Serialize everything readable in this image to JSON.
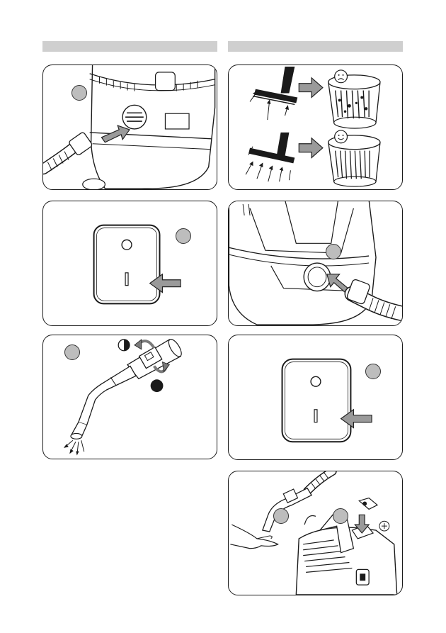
{
  "page": {
    "left_header_bar": "",
    "right_header_bar": ""
  },
  "illustrations": [
    {
      "panel": "vacuum-hose-connect",
      "icons": [
        "vacuum-body-icon",
        "hose-icon",
        "arrow-icon"
      ]
    },
    {
      "panel": "filter-nozzle-comparison",
      "icons": [
        "floor-nozzle-icon",
        "sad-face-icon",
        "happy-face-icon",
        "filter-cartridge-icon"
      ]
    },
    {
      "panel": "power-switch-left",
      "icons": [
        "power-switch-icon",
        "arrow-icon"
      ]
    },
    {
      "panel": "hose-socket",
      "icons": [
        "vacuum-body-icon",
        "hose-icon",
        "arrow-icon"
      ]
    },
    {
      "panel": "suction-control",
      "icons": [
        "wand-icon",
        "half-circle-icon",
        "filled-circle-icon",
        "rotate-arrow-icon"
      ]
    },
    {
      "panel": "power-switch-right",
      "icons": [
        "power-switch-icon",
        "arrow-icon"
      ]
    },
    {
      "panel": "storage",
      "icons": [
        "hand-icon",
        "wand-icon",
        "vacuum-body-icon",
        "accessory-icon"
      ]
    }
  ],
  "colors": {
    "outline": "#1a1a1a",
    "header_bar": "#cfcfcf",
    "step_dot": "#bdbdbd",
    "arrow": "#9a9a9a"
  }
}
